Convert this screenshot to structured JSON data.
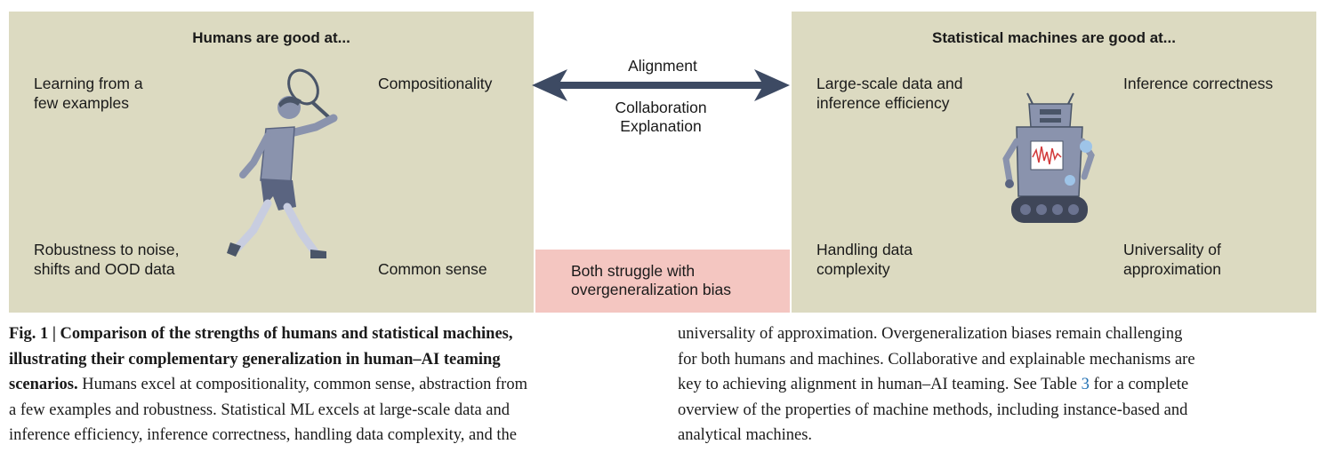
{
  "humans": {
    "title": "Humans are good at...",
    "items": [
      "Learning from a\nfew examples",
      "Compositionality",
      "Robustness to noise,\nshifts and OOD data",
      "Common sense"
    ]
  },
  "machines": {
    "title": "Statistical machines are good at...",
    "items": [
      "Large-scale data and\ninference efficiency",
      "Inference correctness",
      "Handling data\ncomplexity",
      "Universality of\napproximation"
    ]
  },
  "arrow": {
    "top_label": "Alignment",
    "bottom_label": "Collaboration\nExplanation"
  },
  "shared": {
    "struggle": "Both struggle with\novergeneralization bias"
  },
  "colors": {
    "panel": "#dcdac1",
    "struggle": "#f4c6c1",
    "arrow": "#3d4a63",
    "figure": "#8a93ad",
    "link": "#1f6fb2"
  },
  "icons": {
    "human": "tennis-player-icon",
    "machine": "robot-icon"
  },
  "caption": {
    "fig_label": "Fig. 1 |",
    "bold_1": " Comparison of the strengths of humans and statistical machines,",
    "bold_2": "illustrating their complementary generalization in human–AI teaming",
    "bold_3": "scenarios.",
    "text_3": " Humans excel at compositionality, common sense, abstraction from",
    "line_4": "a few examples and robustness. Statistical ML excels at large-scale data and",
    "line_5": "inference efficiency, inference correctness, handling data complexity, and the",
    "right_1": "universality of approximation. Overgeneralization biases remain challenging",
    "right_2": "for both humans and machines. Collaborative and explainable mechanisms are",
    "right_3": "key to achieving alignment in human–AI teaming. See Table ",
    "table_ref": "3",
    "right_3b": " for a complete",
    "right_4": "overview of the properties of machine methods, including instance-based and",
    "right_5": "analytical machines."
  }
}
